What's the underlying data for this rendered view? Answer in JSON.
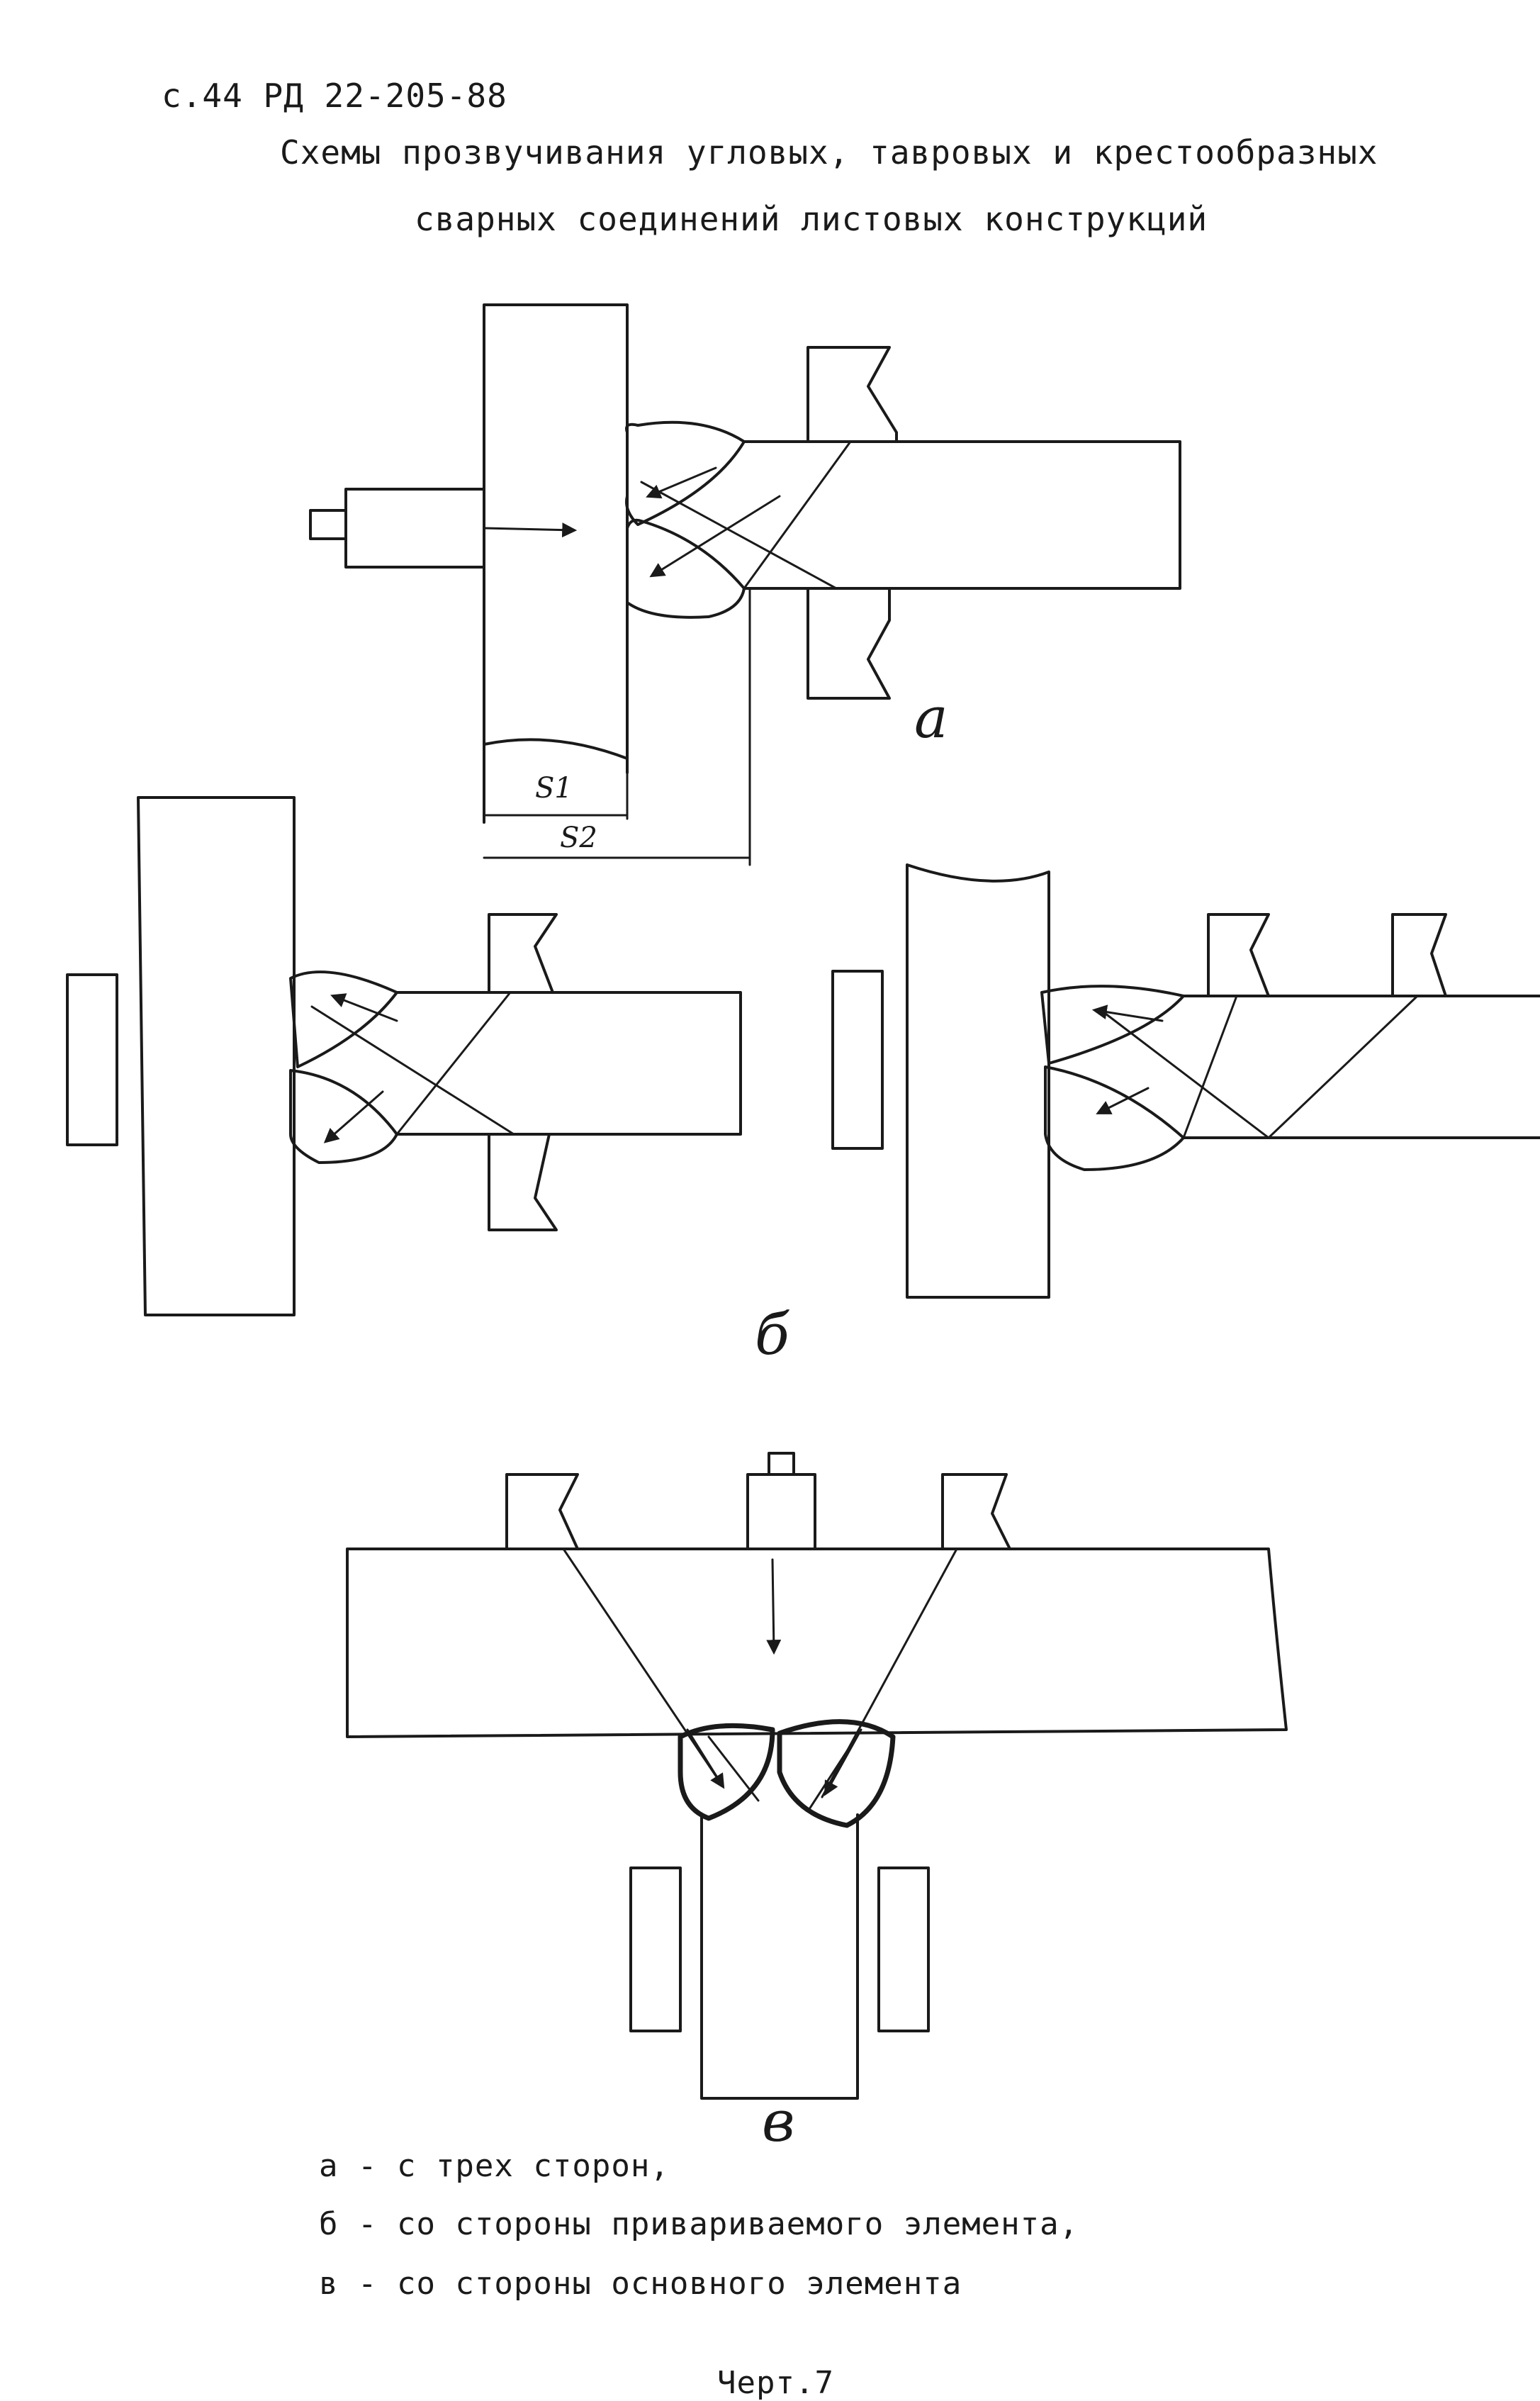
{
  "header": "с.44 РД 22-205-88",
  "title": {
    "line1": "Схемы прозвучивания угловых, тавровых и крестообразных",
    "line2": "сварных соединений листовых конструкций"
  },
  "figure_labels": {
    "a": "а",
    "b": "б",
    "v": "в",
    "s1": "S1",
    "s2": "S2"
  },
  "captions": {
    "a": "а - с трех сторон,",
    "b": "б - со стороны привариваемого элемента,",
    "v": "в - со стороны основного элемента"
  },
  "figure_number": "Черт.7",
  "colors": {
    "ink": "#1a1a1a",
    "paper": "#ffffff"
  }
}
